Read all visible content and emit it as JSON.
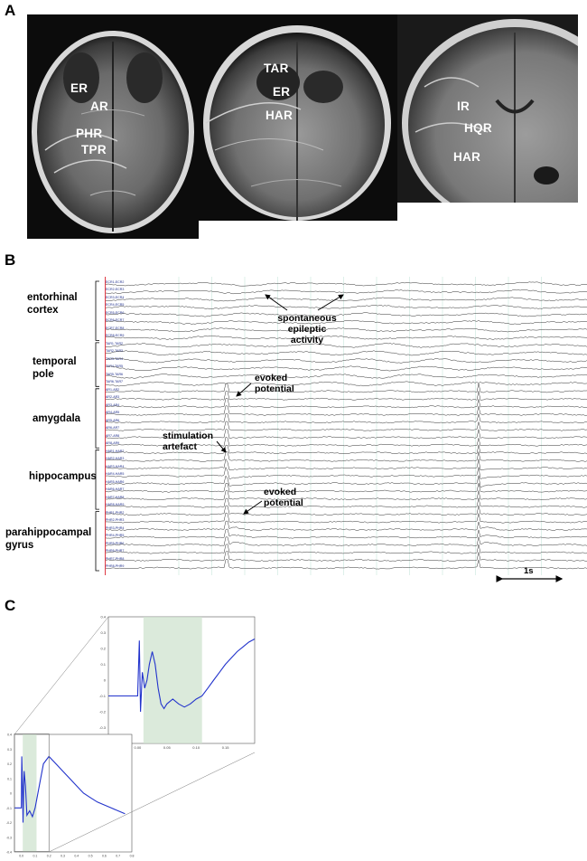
{
  "panels": {
    "a": "A",
    "b": "B",
    "c": "C"
  },
  "mri": {
    "image1_labels": [
      "ER",
      "AR",
      "PHR",
      "TPR"
    ],
    "image2_labels": [
      "TAR",
      "ER",
      "HAR"
    ],
    "image3_labels": [
      "IR",
      "HQR",
      "HAR"
    ]
  },
  "eeg": {
    "regions": [
      {
        "name": "entorhinal cortex",
        "channels": [
          "ECR1-ECR2",
          "ECR2-ECR3",
          "ECR3-ECR4",
          "ECR4-ECR5",
          "ECR5-ECR6",
          "ECR6-ECR7",
          "ECR7-ECR8",
          "ECR8-ECR9"
        ]
      },
      {
        "name": "temporal pole",
        "channels": [
          "TAR1-TAR2",
          "TAR2-TAR3",
          "TAR3-TAR4",
          "TAR4-TAR5",
          "TAR5-TAR6",
          "TAR6-TAR7"
        ]
      },
      {
        "name": "amygdala",
        "channels": [
          "AR1-AR2",
          "AR2-AR3",
          "AR3-AR4",
          "AR4-AR5",
          "AR5-AR6",
          "AR6-AR7",
          "AR7-AR8",
          "AR8-AR9"
        ]
      },
      {
        "name": "hippocampus",
        "channels": [
          "HAR1-HAR2",
          "HAR2-HAR3",
          "HAR3-HAR4",
          "HAR4-HAR5",
          "HAR5-HAR6",
          "HAR6-HAR7",
          "HAR7-HAR8",
          "HAR8-HAR9"
        ]
      },
      {
        "name": "parahippocampal gyrus",
        "channels": [
          "PHR1-PHR2",
          "PHR2-PHR3",
          "PHR3-PHR4",
          "PHR4-PHR5",
          "PHR5-PHR6",
          "PHR6-PHR7",
          "PHR7-PHR8",
          "PHR8-PHR9"
        ]
      }
    ],
    "annotations": {
      "spontaneous": "spontaneous epileptic activity",
      "evoked1": "evoked potential",
      "artefact": "stimulation artefact",
      "evoked2": "evoked potential"
    },
    "scale_label": "1s"
  },
  "chart_data": [
    {
      "type": "line",
      "id": "inset",
      "x": [
        -0.05,
        -0.02,
        0.0,
        0.003,
        0.005,
        0.008,
        0.012,
        0.016,
        0.02,
        0.025,
        0.03,
        0.035,
        0.04,
        0.045,
        0.05,
        0.06,
        0.07,
        0.08,
        0.09,
        0.1,
        0.11,
        0.12,
        0.13,
        0.14,
        0.15,
        0.16,
        0.17,
        0.18,
        0.19,
        0.2
      ],
      "y": [
        -0.1,
        -0.1,
        -0.1,
        0.25,
        -0.2,
        0.05,
        -0.05,
        0.0,
        0.1,
        0.18,
        0.1,
        -0.05,
        -0.15,
        -0.18,
        -0.15,
        -0.12,
        -0.15,
        -0.17,
        -0.15,
        -0.12,
        -0.1,
        -0.05,
        0.0,
        0.05,
        0.1,
        0.14,
        0.18,
        0.21,
        0.24,
        0.26
      ],
      "xlim": [
        -0.05,
        0.2
      ],
      "ylim": [
        -0.4,
        0.4
      ],
      "xticks": [
        "0.00",
        "0.05",
        "0.10",
        "0.15"
      ],
      "yticks": [
        "0.4",
        "0.3",
        "0.2",
        "0.1",
        "0",
        "-0.1",
        "-0.2",
        "-0.3",
        "-0.4"
      ],
      "shaded": [
        0.01,
        0.11
      ],
      "color": "#2233cc"
    },
    {
      "type": "line",
      "id": "full",
      "x": [
        -0.05,
        -0.02,
        0.0,
        0.003,
        0.008,
        0.012,
        0.016,
        0.02,
        0.03,
        0.04,
        0.06,
        0.08,
        0.1,
        0.13,
        0.16,
        0.2,
        0.25,
        0.3,
        0.35,
        0.4,
        0.45,
        0.5,
        0.55,
        0.6,
        0.65,
        0.7,
        0.75
      ],
      "y": [
        -0.1,
        -0.1,
        -0.1,
        0.25,
        0.05,
        -0.2,
        0.0,
        0.15,
        0.05,
        -0.15,
        -0.12,
        -0.16,
        -0.1,
        0.05,
        0.2,
        0.25,
        0.2,
        0.15,
        0.1,
        0.05,
        0.0,
        -0.03,
        -0.06,
        -0.08,
        -0.1,
        -0.12,
        -0.14
      ],
      "xlim": [
        -0.05,
        0.8
      ],
      "ylim": [
        -0.4,
        0.4
      ],
      "xticks": [
        "0.0",
        "0.1",
        "0.2",
        "0.3",
        "0.4",
        "0.5",
        "0.6",
        "0.7",
        "0.8"
      ],
      "yticks": [
        "0.4",
        "0.3",
        "0.2",
        "0.1",
        "0",
        "-0.1",
        "-0.2",
        "-0.3",
        "-0.4"
      ],
      "shaded": [
        0.01,
        0.11
      ],
      "color": "#2233cc"
    }
  ]
}
